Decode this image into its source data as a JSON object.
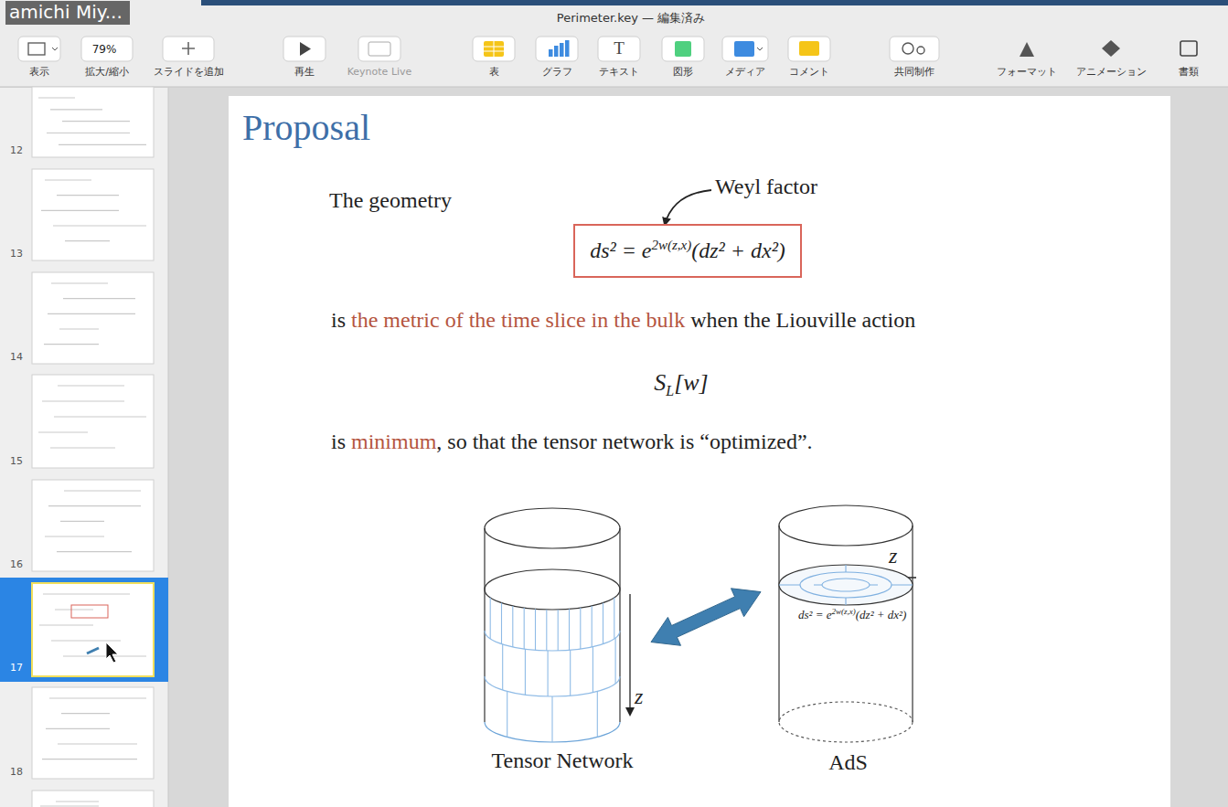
{
  "diagram": {
    "title": "Proposal",
    "nodes": [
      {
        "text": [
          "ds² = e",
          "2w(z,x)",
          "(dz² + dx²)"
        ]
      },
      {
        "text": [
          "Tensor Network"
        ]
      },
      {
        "text": [
          "AdS"
        ]
      }
    ],
    "edges": [
      {
        "from": 1,
        "to": 2,
        "arrow": "both"
      }
    ],
    "labels": [
      "amichi Miy...",
      "Perimeter.key — 編集済み",
      "79%",
      "表示",
      "拡大/縮小",
      "スライドを追加",
      "再生",
      "Keynote Live",
      "表",
      "グラフ",
      "T",
      "テキスト",
      "図形",
      "メディア",
      "コメント",
      "共同制作",
      "フォーマット",
      "アニメーション",
      "書類",
      "12",
      "13",
      "14",
      "15",
      "16",
      "17",
      "18",
      "The geometry",
      "Weyl factor",
      "is",
      "the metric of the time slice in the bulk",
      "when the Liouville action",
      "S",
      "L",
      "[w]",
      "is",
      "minimum",
      ", so that the tensor network is “optimized”.",
      "z",
      "z",
      "ds² = e",
      "2w(z,x)",
      "(dz² + dx²)"
    ]
  }
}
